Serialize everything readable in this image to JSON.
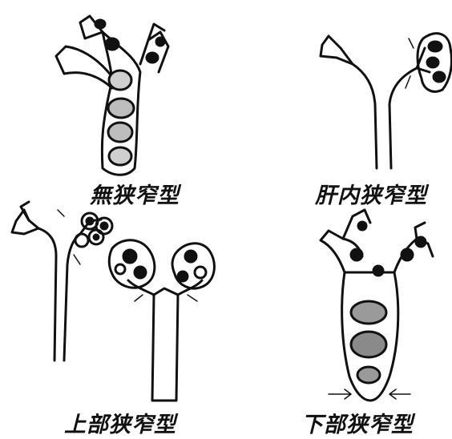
{
  "colors": {
    "ink": "#111111",
    "paper": "#ffffff",
    "shade": "#8a8a8a"
  },
  "panels": [
    {
      "id": "no-stenosis",
      "caption": "無狭窄型"
    },
    {
      "id": "intrahepatic",
      "caption": "肝内狭窄型"
    },
    {
      "id": "upper-stenosis",
      "caption": "上部狭窄型"
    },
    {
      "id": "lower-stenosis",
      "caption": "下部狭窄型"
    }
  ]
}
